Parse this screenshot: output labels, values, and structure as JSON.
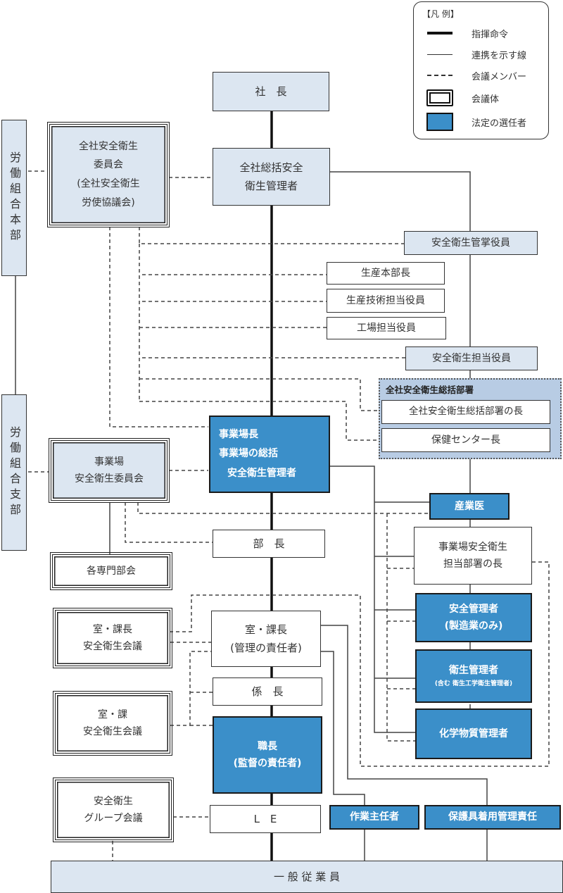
{
  "legend": {
    "title": "【凡 例】",
    "items": [
      {
        "key": "command",
        "label": "指揮命令"
      },
      {
        "key": "link",
        "label": "連携を示す線"
      },
      {
        "key": "member",
        "label": "会議メンバー"
      },
      {
        "key": "council",
        "label": "会議体"
      },
      {
        "key": "statutory",
        "label": "法定の選任者"
      }
    ]
  },
  "colors": {
    "light": "#dce6f1",
    "statutory": "#3b8fc9",
    "group": "#b8cce4"
  },
  "nodes": {
    "president": "社　長",
    "general_safety_manager": [
      "全社総括安全",
      "衛生管理者"
    ],
    "union_hq": "労働組合本部",
    "company_committee": [
      "全社安全衛生",
      "委員会",
      "(全社安全衛生",
      "労使協議会)"
    ],
    "safety_executive": "安全衛生管掌役員",
    "production_hq_head": "生産本部長",
    "production_tech_exec": "生産技術担当役員",
    "factory_exec": "工場担当役員",
    "safety_officer_exec": "安全衛生担当役員",
    "hq_dept_group": "全社安全衛生総括部署",
    "hq_dept_head": "全社安全衛生総括部署の長",
    "health_center_head": "保健センター長",
    "union_branch": "労働組合支部",
    "site_committee": [
      "事業場",
      "安全衛生委員会"
    ],
    "site_manager": [
      "事業場長",
      "事業場の総括",
      "安全衛生管理者"
    ],
    "specialist_subcommittees": "各専門部会",
    "occupational_physician": "産業医",
    "department_head": "部　長",
    "site_safety_dept_head": [
      "事業場安全衛生",
      "担当部署の長"
    ],
    "section_meeting_1": [
      "室・課長",
      "安全衛生会議"
    ],
    "section_chief": [
      "室・課長",
      "(管理の責任者)"
    ],
    "safety_manager": [
      "安全管理者",
      "(製造業のみ)"
    ],
    "hygiene_manager": [
      "衛生管理者",
      "(含む 衛生工学衛生管理者)"
    ],
    "subsection_chief": "係　長",
    "section_meeting_2": [
      "室・課",
      "安全衛生会議"
    ],
    "foreman": [
      "職長",
      "(監督の責任者)"
    ],
    "chemical_manager": "化学物質管理者",
    "group_meeting": [
      "安全衛生",
      "グループ会議"
    ],
    "le": "L　E",
    "work_chief": "作業主任者",
    "ppe_manager": "保護具着用管理責任",
    "employees": "一 般 従 業 員"
  }
}
